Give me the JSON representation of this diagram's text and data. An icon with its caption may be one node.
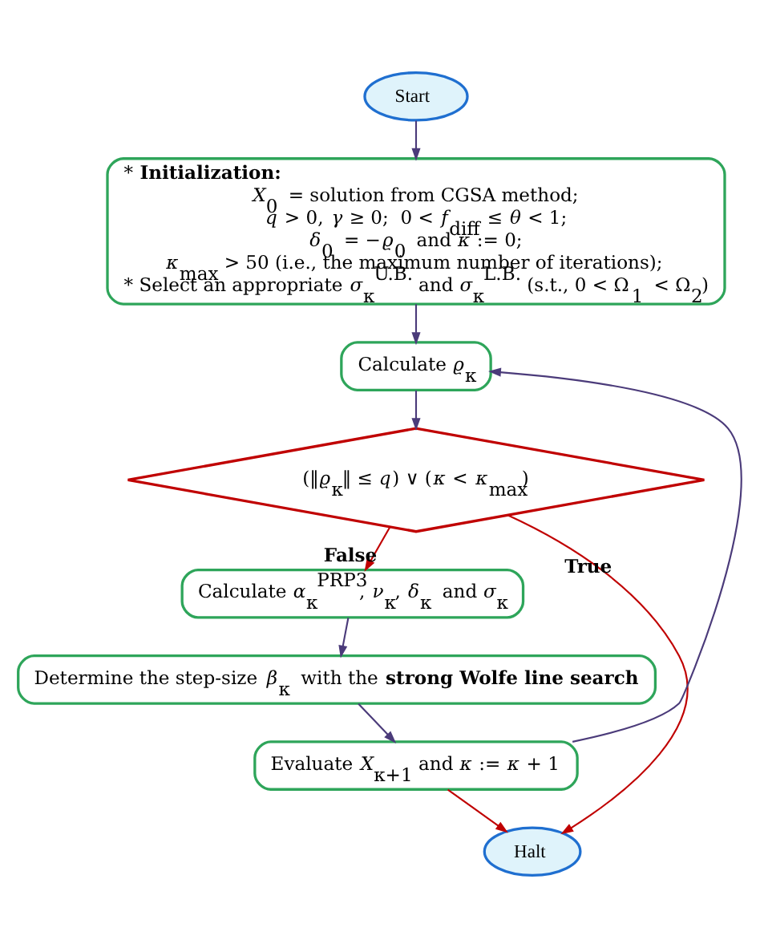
{
  "diagram": {
    "nodes": [
      {
        "text": [
          "Start"
        ]
      },
      {
        "text": [
          "* **Initialization:**",
          "*X*$_{0}$ = solution from CGSA method;",
          "*q* > 0, *γ* ≥ 0;  0 < *f*$_{diff}$ ≤ *θ* < 1;",
          "*δ*$_{0}$ = −*ϱ*$_{0}$ and *κ* := 0;",
          "*κ*$_{max}$ > 50 (i.e., the maximum number of iterations);",
          "* Select an appropriate *σ*$_{κ}$$^{U.B.}$ and *σ*$_{κ}$$^{L.B.}$ (s.t., 0 < Ω$_{1}$ < Ω$_{2}$)"
        ]
      },
      {
        "text": [
          "Calculate *ϱ*$_{κ}$"
        ]
      },
      {
        "text": [
          "(‖*ϱ*$_{κ}$‖ ≤ *q*) ∨ (*κ* < *κ*$_{max}$)"
        ]
      },
      {
        "text": [
          "Calculate *α*$_{κ}$$^{PRP3}$, *ν*$_{κ}$, *δ*$_{κ}$ and *σ*$_{κ}$"
        ]
      },
      {
        "text": [
          "Determine the step-size *β*$_{κ}$ with the **strong Wolfe line search**"
        ]
      },
      {
        "text": [
          "Evaluate *X*$_{κ+1}$ and *κ* := *κ* + 1"
        ]
      },
      {
        "text": [
          "Halt"
        ]
      }
    ],
    "edges": [
      {
        "from": 0,
        "to": 1,
        "arrow": "to"
      },
      {
        "from": 1,
        "to": 2,
        "arrow": "to"
      },
      {
        "from": 2,
        "to": 3,
        "arrow": "to"
      },
      {
        "from": 3,
        "to": 4,
        "arrow": "to",
        "label": "False",
        "color": "#c00000"
      },
      {
        "from": 3,
        "to": 7,
        "arrow": "to",
        "label": "True",
        "color": "#c00000"
      },
      {
        "from": 4,
        "to": 5,
        "arrow": "to"
      },
      {
        "from": 5,
        "to": 6,
        "arrow": "to"
      },
      {
        "from": 6,
        "to": 2,
        "arrow": "to"
      },
      {
        "from": 6,
        "to": 7,
        "arrow": "to",
        "color": "#c00000"
      }
    ]
  }
}
